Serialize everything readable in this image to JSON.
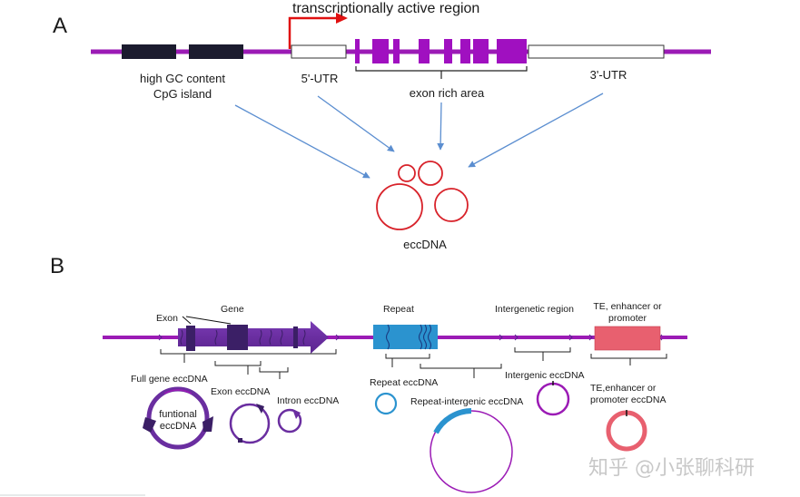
{
  "panel_a": {
    "label": "A",
    "title": "transcriptionally active region",
    "gc_label_line1": "high GC content",
    "gc_label_line2": "CpG island",
    "utr5_label": "5'-UTR",
    "exon_area_label": "exon rich area",
    "utr3_label": "3'-UTR",
    "eccdna_label": "eccDNA"
  },
  "panel_b": {
    "label": "B",
    "exon_label": "Exon",
    "gene_label": "Gene",
    "repeat_label": "Repeat",
    "intergenetic_label": "Intergenetic region",
    "te_label_line1": "TE, enhancer or",
    "te_label_line2": "promoter",
    "full_gene_label": "Full gene eccDNA",
    "functional_line1": "funtional",
    "functional_line2": "eccDNA",
    "exon_ecc_label": "Exon eccDNA",
    "intron_ecc_label": "Intron eccDNA",
    "repeat_ecc_label": "Repeat eccDNA",
    "repeat_intergenic_label": "Repeat-intergenic eccDNA",
    "intergenic_ecc_label": "Intergenic eccDNA",
    "te_ecc_line1": "TE,enhancer or",
    "te_ecc_line2": "promoter eccDNA"
  },
  "watermark": "知乎 @小张聊科研",
  "colors": {
    "dna_purple": "#9b1bb5",
    "gene_purple": "#6a2ea0",
    "exon_dark": "#3b1f66",
    "repeat_blue": "#2b93cf",
    "te_pink": "#e8606f",
    "eccdna_red": "#d8222a",
    "arrow_blue": "#5b8ed0",
    "tss_red": "#e01010"
  }
}
